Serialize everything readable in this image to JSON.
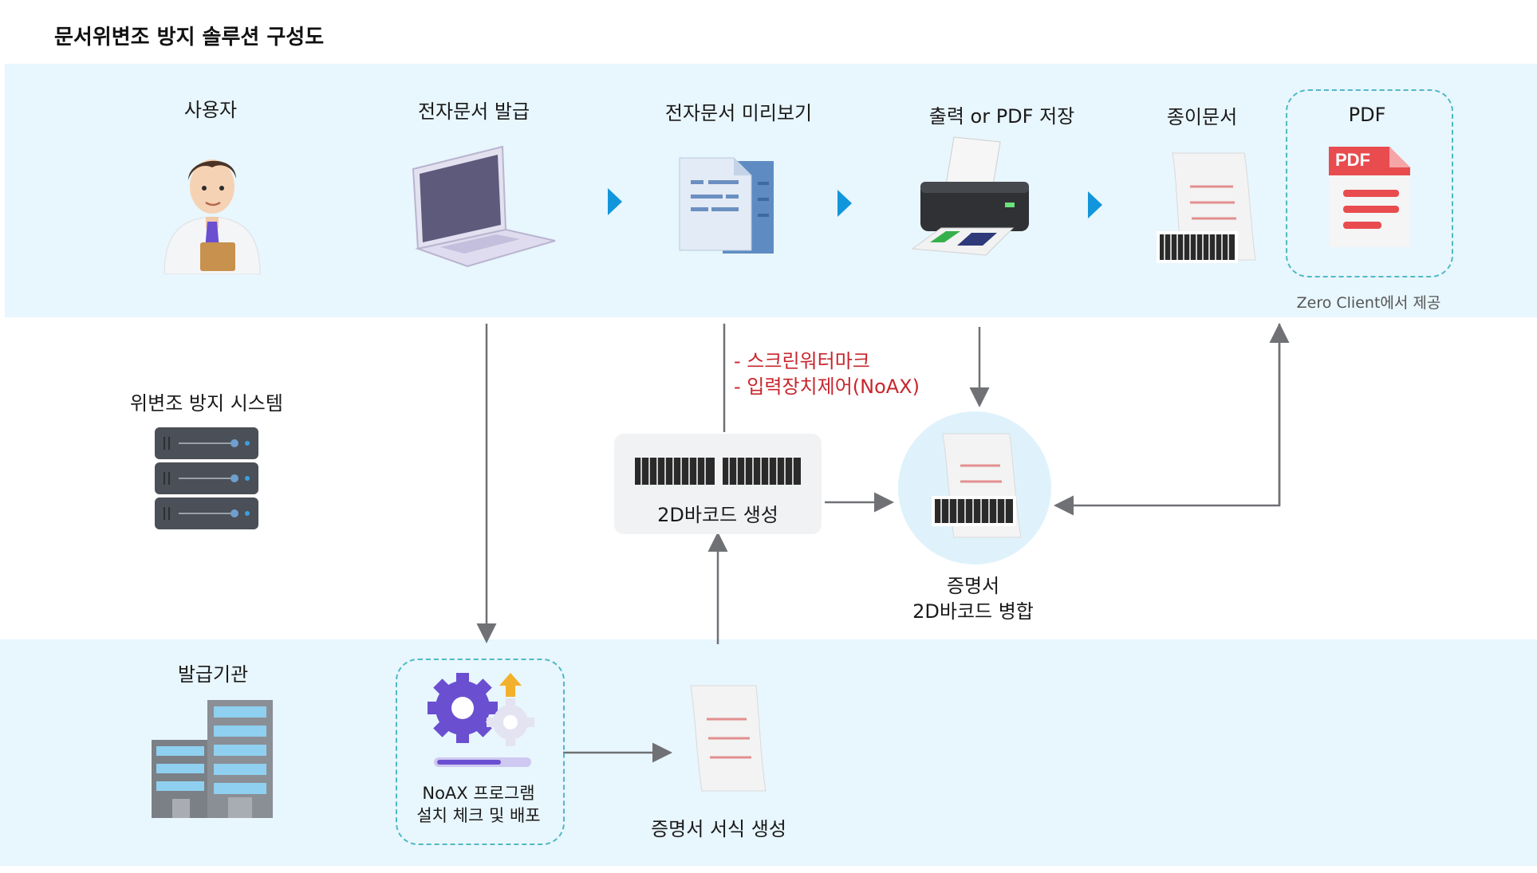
{
  "title": "문서위변조 방지 솔루션 구성도",
  "rows": {
    "user": "사용자",
    "system": "위변조 방지 시스템",
    "issuer": "발급기관"
  },
  "flow": {
    "issue": "전자문서 발급",
    "preview": "전자문서 미리보기",
    "print": "출력 or PDF 저장",
    "paper": "종이문서",
    "pdf": "PDF",
    "pdf_icon_text": "PDF",
    "zero_client": "Zero Client에서 제공"
  },
  "security": {
    "notes": "- 스크린워터마크\n- 입력장치제어(NoAX)",
    "barcode_gen": "2D바코드 생성",
    "merge": "증명서\n2D바코드 병합"
  },
  "issuer_flow": {
    "noax": "NoAX 프로그램\n설치 체크 및 배포",
    "cert_form": "증명서 서식 생성"
  },
  "colors": {
    "band": "#e8f6fd",
    "arrow_blue": "#1296db",
    "line_gray": "#6f7175",
    "dash_teal": "#4fb9c5",
    "note_red": "#c8262d"
  },
  "icons": [
    "user-avatar",
    "laptop",
    "documents",
    "printer",
    "paper-scroll-barcode",
    "pdf-file",
    "server-rack",
    "office-building",
    "gear-update",
    "paper-scroll"
  ]
}
